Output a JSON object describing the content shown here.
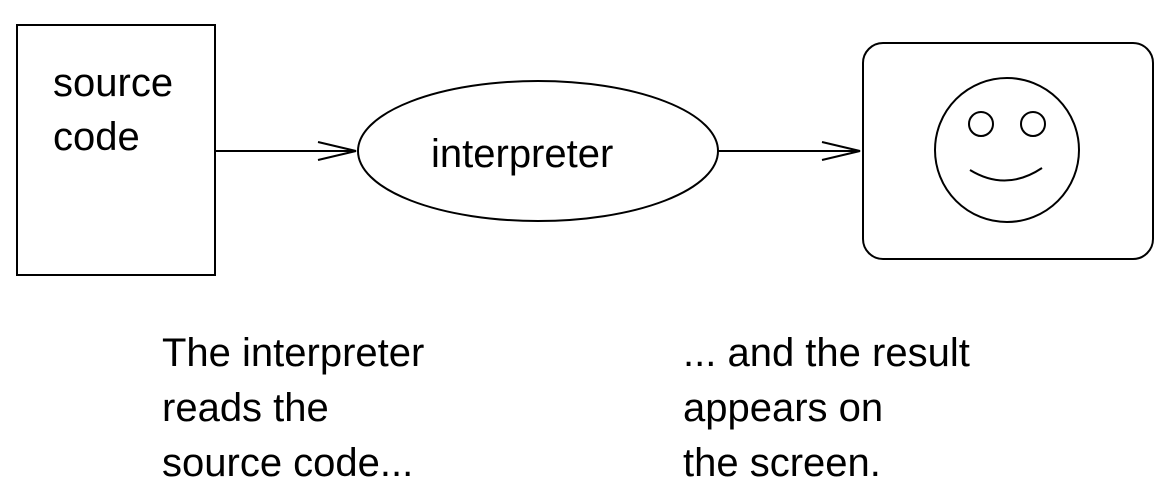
{
  "diagram": {
    "source_box": {
      "lines": [
        "source",
        "code"
      ]
    },
    "interpreter_node": {
      "label": "interpreter"
    },
    "screen": {
      "icon": "smiley-face-icon"
    }
  },
  "captions": {
    "left": [
      "The interpreter",
      "reads the",
      "source code..."
    ],
    "right": [
      "... and the result",
      "appears on",
      "the screen."
    ]
  },
  "colors": {
    "stroke": "#000000",
    "background": "#ffffff"
  }
}
